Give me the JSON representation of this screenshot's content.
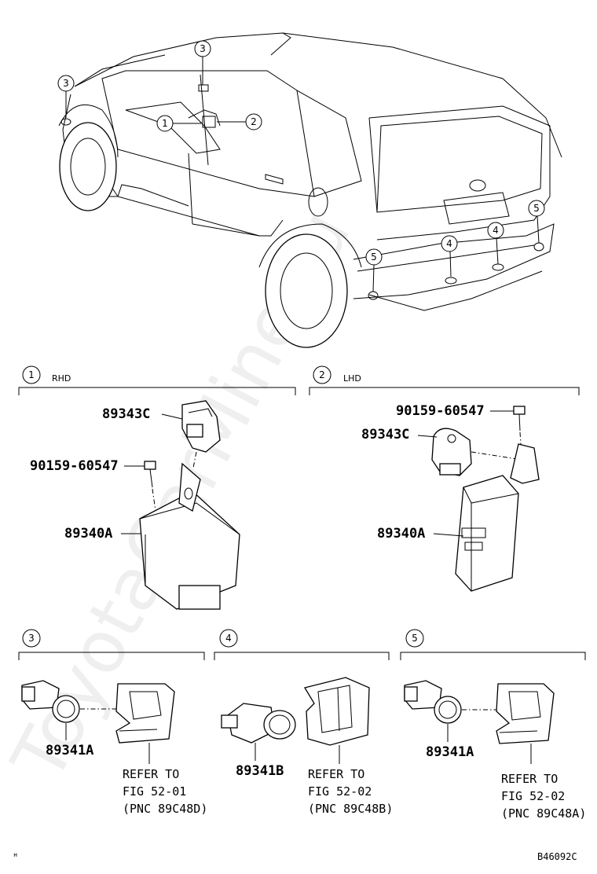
{
  "watermark": "ToyotaCarMine.ru",
  "overview": {
    "callouts": [
      "1",
      "2",
      "3",
      "3",
      "4",
      "4",
      "5",
      "5"
    ]
  },
  "sections": [
    {
      "number": "1",
      "label": "RHD"
    },
    {
      "number": "2",
      "label": "LHD"
    },
    {
      "number": "3",
      "label": ""
    },
    {
      "number": "4",
      "label": ""
    },
    {
      "number": "5",
      "label": ""
    }
  ],
  "parts": {
    "rhd_sensor": "89343C",
    "rhd_bolt": "90159-60547",
    "rhd_ecu": "89340A",
    "lhd_bolt": "90159-60547",
    "lhd_sensor": "89343C",
    "lhd_ecu": "89340A",
    "sec3_sensor": "89341A",
    "sec4_sensor": "89341B",
    "sec5_sensor": "89341A"
  },
  "refs": {
    "sec3": [
      "REFER TO",
      "FIG 52-01",
      "(PNC 89C48D)"
    ],
    "sec4": [
      "REFER TO",
      "FIG 52-02",
      "(PNC 89C48B)"
    ],
    "sec5": [
      "REFER TO",
      "FIG 52-02",
      "(PNC 89C48A)"
    ]
  },
  "footer": {
    "left_mark": "ᴴ",
    "code": "B46092C"
  }
}
